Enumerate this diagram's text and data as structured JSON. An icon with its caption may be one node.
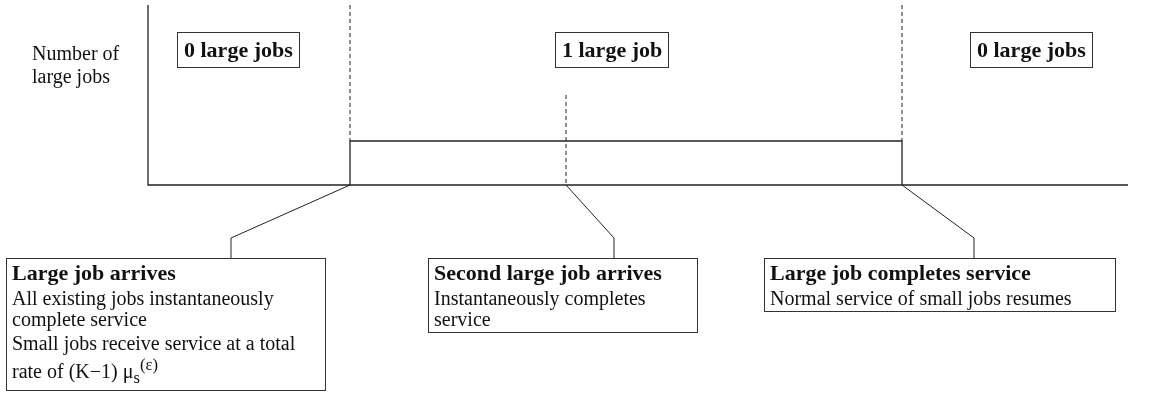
{
  "diagram": {
    "nodes": [
      {
        "text": [
          "0 large jobs"
        ]
      },
      {
        "text": [
          "1 large job"
        ]
      },
      {
        "text": [
          "0 large jobs"
        ]
      },
      {
        "text": [
          "Large job arrives",
          "All existing jobs instantaneously complete service",
          "Small jobs receive service at a total rate of (K−1) μ$_{s}$$^{(ε)}$"
        ]
      },
      {
        "text": [
          "Second large job arrives",
          "Instantaneously completes service"
        ]
      },
      {
        "text": [
          "Large job completes service",
          "Normal service of small jobs resumes"
        ]
      }
    ],
    "edges": [
      {
        "from": 3,
        "to": null,
        "arrow": "none"
      },
      {
        "from": 4,
        "to": null,
        "arrow": "none"
      },
      {
        "from": 5,
        "to": null,
        "arrow": "none"
      }
    ],
    "labels": [
      "Number of large jobs"
    ]
  }
}
